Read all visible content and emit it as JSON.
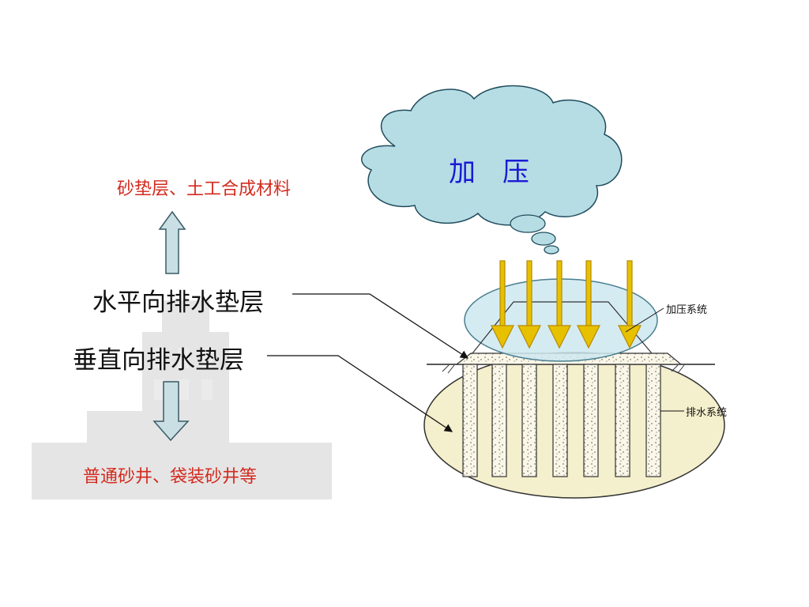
{
  "left_panel": {
    "top_materials": "砂垫层、土工合成材料",
    "horizontal_layer": "水平向排水垫层",
    "vertical_layer": "垂直向排水垫层",
    "bottom_materials": "普通砂井、袋装砂井等"
  },
  "diagram": {
    "cloud_text": "加　压",
    "loading_system_label": "加压系统",
    "drainage_system_label": "排水系统"
  },
  "colors": {
    "red_text": "#d42a1e",
    "cloud_fill": "#b7dde4",
    "arrow_fill": "#c9dfe3",
    "load_arrow": "#e7c000",
    "soil_fill": "#f4efcc"
  }
}
